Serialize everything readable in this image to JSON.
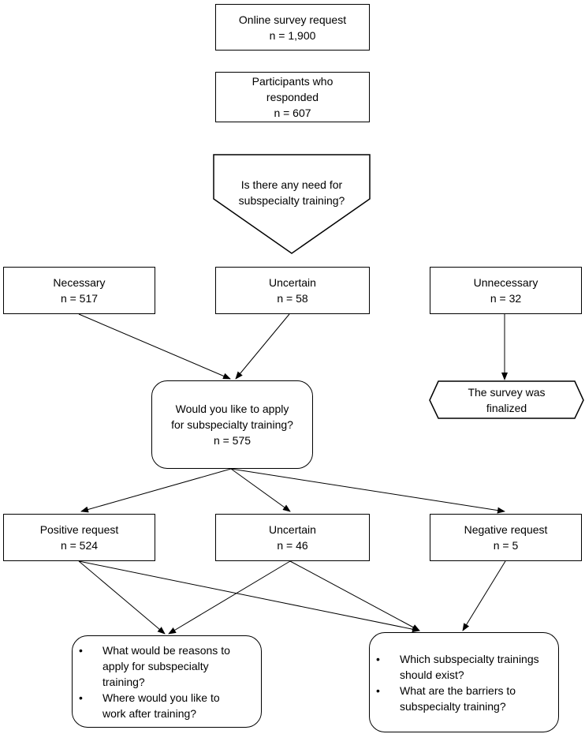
{
  "nodes": {
    "survey_request": {
      "line1": "Online survey request",
      "line2": "n = 1,900"
    },
    "participants": {
      "line1": "Participants who",
      "line2": "responded",
      "line3": "n = 607"
    },
    "need_question": {
      "line1": "Is there any need for",
      "line2": "subspecialty training?"
    },
    "necessary": {
      "line1": "Necessary",
      "line2": "n = 517"
    },
    "uncertain_need": {
      "line1": "Uncertain",
      "line2": "n = 58"
    },
    "unnecessary": {
      "line1": "Unnecessary",
      "line2": "n = 32"
    },
    "finalized": {
      "line1": "The survey was",
      "line2": "finalized"
    },
    "apply_question": {
      "line1": "Would you like to apply",
      "line2": "for subspecialty training?",
      "line3": "n = 575"
    },
    "positive": {
      "line1": "Positive request",
      "line2": "n = 524"
    },
    "uncertain_apply": {
      "line1": "Uncertain",
      "line2": "n = 46"
    },
    "negative": {
      "line1": "Negative request",
      "line2": "n = 5"
    },
    "reasons": {
      "items": [
        {
          "l1": "What would be reasons to",
          "l2": "apply for subspecialty",
          "l3": "training?"
        },
        {
          "l1": "Where would you like to",
          "l2": "work after training?"
        }
      ]
    },
    "barriers": {
      "items": [
        {
          "l1": "Which subspecialty trainings",
          "l2": "should exist?"
        },
        {
          "l1": "What are the barriers to",
          "l2": "subspecialty training?"
        }
      ]
    }
  }
}
